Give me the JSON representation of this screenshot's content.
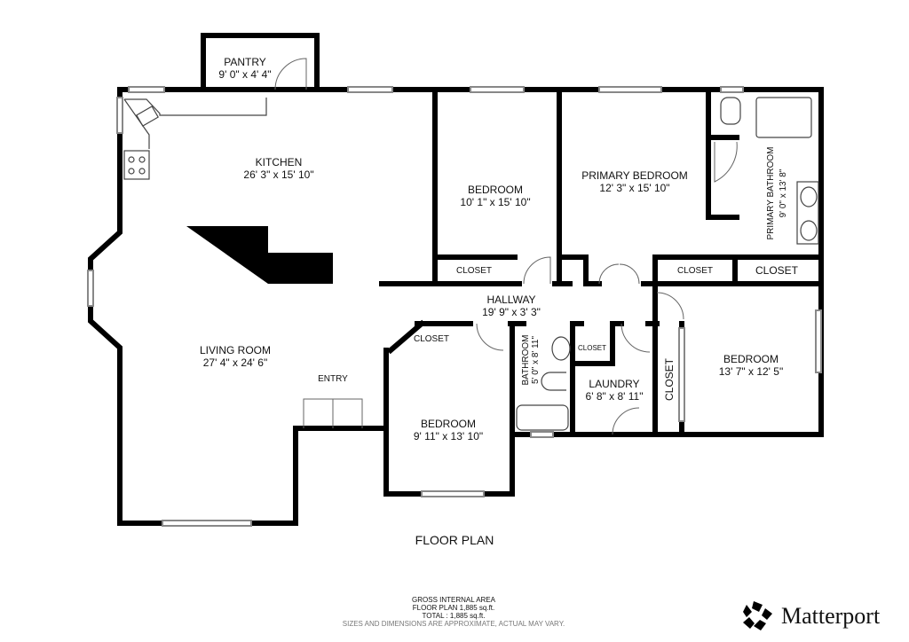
{
  "title": "FLOOR PLAN",
  "rooms": {
    "pantry": {
      "name": "PANTRY",
      "size": "9' 0\" x 4' 4\""
    },
    "kitchen": {
      "name": "KITCHEN",
      "size": "26' 3\" x 15' 10\""
    },
    "bedroom1": {
      "name": "BEDROOM",
      "size": "10' 1\" x 15' 10\""
    },
    "primary_bedroom": {
      "name": "PRIMARY BEDROOM",
      "size": "12' 3\" x 15' 10\""
    },
    "primary_bathroom": {
      "name": "PRIMARY BATHROOM",
      "size": "9' 0\" x 13' 8\""
    },
    "hallway": {
      "name": "HALLWAY",
      "size": "19' 9\" x 3' 3\""
    },
    "living_room": {
      "name": "LIVING ROOM",
      "size": "27' 4\" x 24' 6\""
    },
    "entry": {
      "name": "ENTRY"
    },
    "bedroom2": {
      "name": "BEDROOM",
      "size": "9' 11\" x 13' 10\""
    },
    "bathroom": {
      "name": "BATHROOM",
      "size": "5' 0\" x 8' 11\""
    },
    "laundry": {
      "name": "LAUNDRY",
      "size": "6' 8\" x 8' 11\""
    },
    "bedroom3": {
      "name": "BEDROOM",
      "size": "13' 7\" x 12' 5\""
    },
    "closets": [
      "CLOSET",
      "CLOSET",
      "CLOSET",
      "CLOSET",
      "CLOSET",
      "CLOSET"
    ]
  },
  "footer": {
    "line1": "GROSS INTERNAL AREA",
    "line2": "FLOOR PLAN 1,885 sq.ft.",
    "line3": "TOTAL :  1,885 sq.ft.",
    "note": "SIZES AND DIMENSIONS ARE APPROXIMATE, ACTUAL MAY VARY."
  },
  "brand": "Matterport"
}
